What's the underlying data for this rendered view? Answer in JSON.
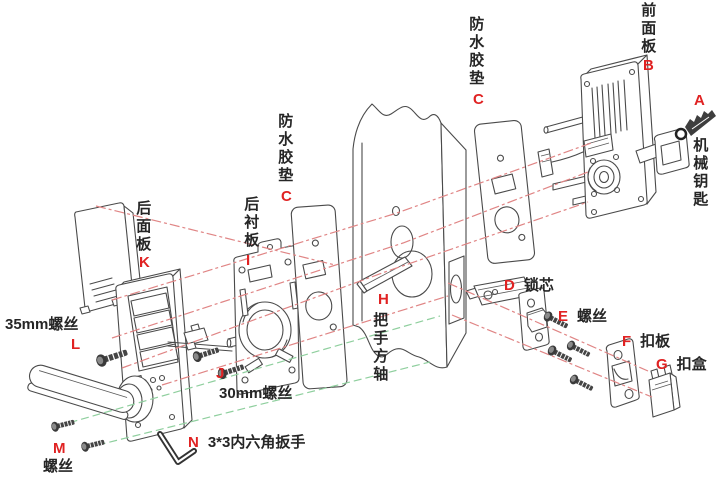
{
  "diagram": {
    "colors": {
      "callout_letter": "#e02222",
      "label_text": "#262626",
      "line_art": "#4a4a4a",
      "axis_red": "#e08585",
      "axis_green": "#8fcf9e",
      "background": "#ffffff"
    },
    "callouts": {
      "a": {
        "letter": "A",
        "text": "机械钥匙"
      },
      "b": {
        "letter": "B",
        "text": "前面板"
      },
      "c_right": {
        "letter": "C",
        "text": "防水胶垫"
      },
      "c_left": {
        "letter": "C",
        "text": "防水胶垫"
      },
      "d": {
        "letter": "D",
        "text": "锁芯"
      },
      "e": {
        "letter": "E",
        "text": "螺丝"
      },
      "f": {
        "letter": "F",
        "text": "扣板"
      },
      "g": {
        "letter": "G",
        "text": "扣盒"
      },
      "h": {
        "letter": "H",
        "text": "把手方轴"
      },
      "i": {
        "letter": "I",
        "text": "后衬板"
      },
      "j": {
        "letter": "J",
        "text": "30mm螺丝"
      },
      "k": {
        "letter": "K",
        "text": "后面板"
      },
      "l": {
        "letter": "L",
        "text": "35mm螺丝"
      },
      "m": {
        "letter": "M",
        "text": "螺丝"
      },
      "n": {
        "letter": "N",
        "text": "3*3内六角扳手"
      }
    }
  }
}
